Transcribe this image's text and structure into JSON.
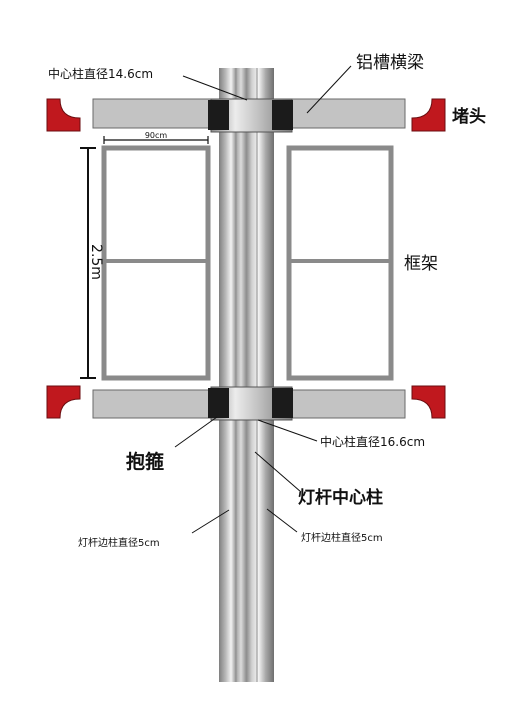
{
  "labels": {
    "center_pole_diameter_top": "中心柱直径14.6cm",
    "aluminum_beam": "铝槽横梁",
    "end_cap": "堵头",
    "width_dim": "90cm",
    "height_dim": "2.5m",
    "frame": "框架",
    "center_pole_diameter_bottom": "中心柱直径16.6cm",
    "clamp": "抱箍",
    "pole_center_column": "灯杆中心柱",
    "side_column_left": "灯杆边柱直径5cm",
    "side_column_right": "灯杆边柱直径5cm"
  },
  "colors": {
    "beam": "#c3c3c3",
    "frame": "#8a8a8a",
    "end_cap": "#c0181e",
    "clamp_dark": "#1b1b1b",
    "pole": "#b4b4b4"
  }
}
